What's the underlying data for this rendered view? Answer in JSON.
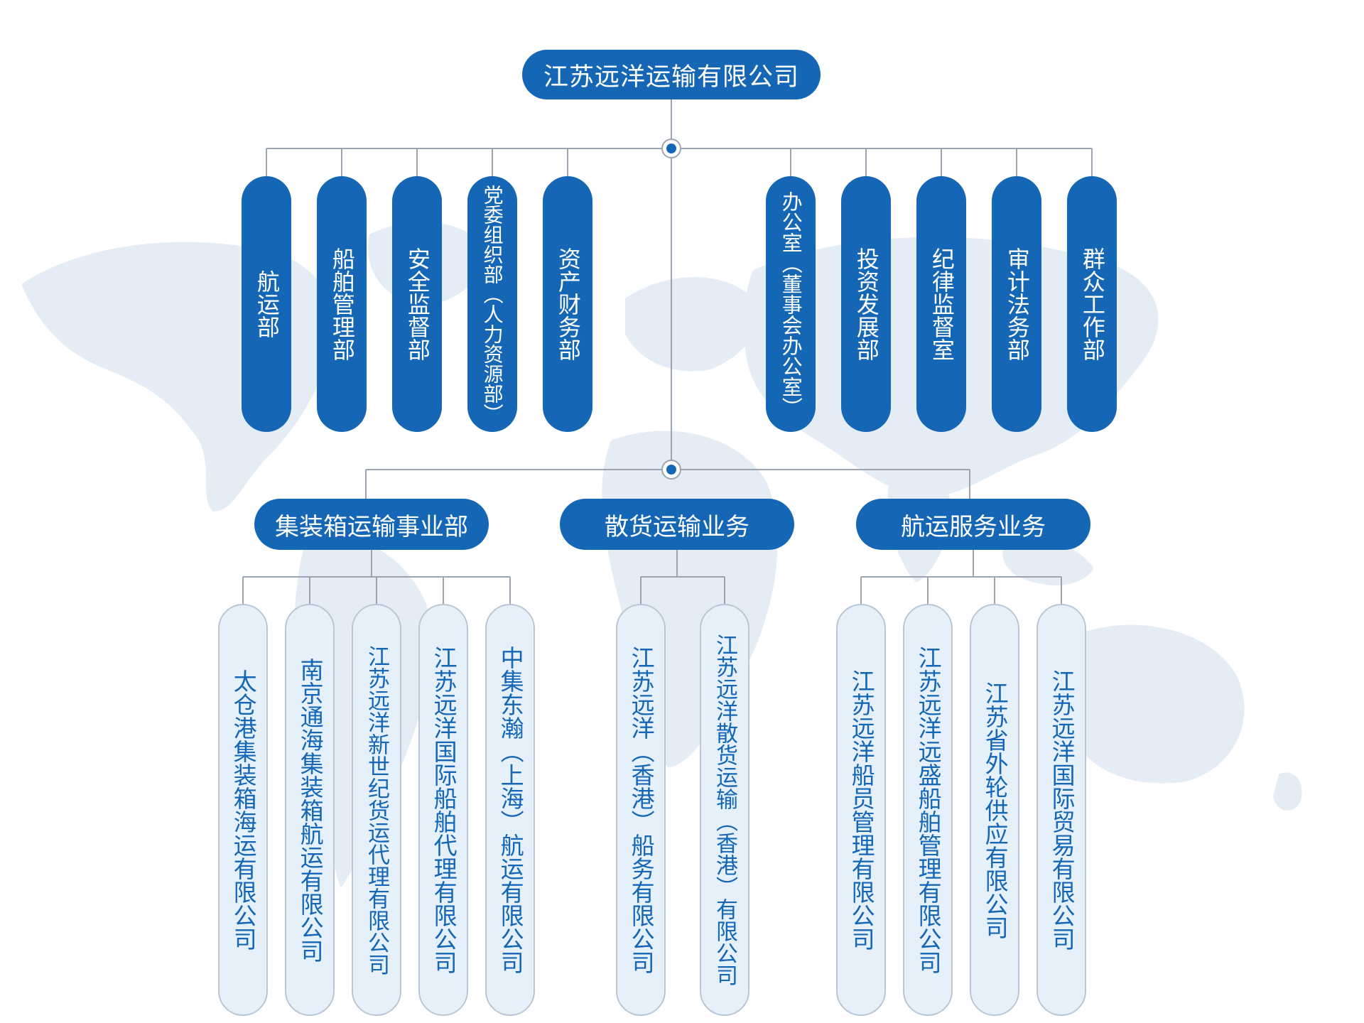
{
  "root": {
    "label": "江苏远洋运输有限公司"
  },
  "departments_left": [
    {
      "label": "航运部"
    },
    {
      "label": "船舶管理部"
    },
    {
      "label": "安全监督部"
    },
    {
      "label": "党委组织部（人力资源部）"
    },
    {
      "label": "资产财务部"
    }
  ],
  "departments_right": [
    {
      "label": "办公室（董事会办公室）"
    },
    {
      "label": "投资发展部"
    },
    {
      "label": "纪律监督室"
    },
    {
      "label": "审计法务部"
    },
    {
      "label": "群众工作部"
    }
  ],
  "business_units": [
    {
      "label": "集装箱运输事业部",
      "companies": [
        {
          "label": "太仓港集装箱海运有限公司"
        },
        {
          "label": "南京通海集装箱航运有限公司"
        },
        {
          "label": "江苏远洋新世纪货运代理有限公司"
        },
        {
          "label": "江苏远洋国际船舶代理有限公司"
        },
        {
          "label": "中集东瀚（上海）航运有限公司"
        }
      ]
    },
    {
      "label": "散货运输业务",
      "companies": [
        {
          "label": "江苏远洋（香港）船务有限公司"
        },
        {
          "label": "江苏远洋散货运输（香港）有限公司"
        }
      ]
    },
    {
      "label": "航运服务业务",
      "companies": [
        {
          "label": "江苏远洋船员管理有限公司"
        },
        {
          "label": "江苏远洋远盛船舶管理有限公司"
        },
        {
          "label": "江苏省外轮供应有限公司"
        },
        {
          "label": "江苏远洋国际贸易有限公司"
        }
      ]
    }
  ],
  "colors": {
    "primary": "#1567b6",
    "light_box": "#e5f0fa",
    "line": "#9aa5b1",
    "map": "#e4edf6"
  }
}
